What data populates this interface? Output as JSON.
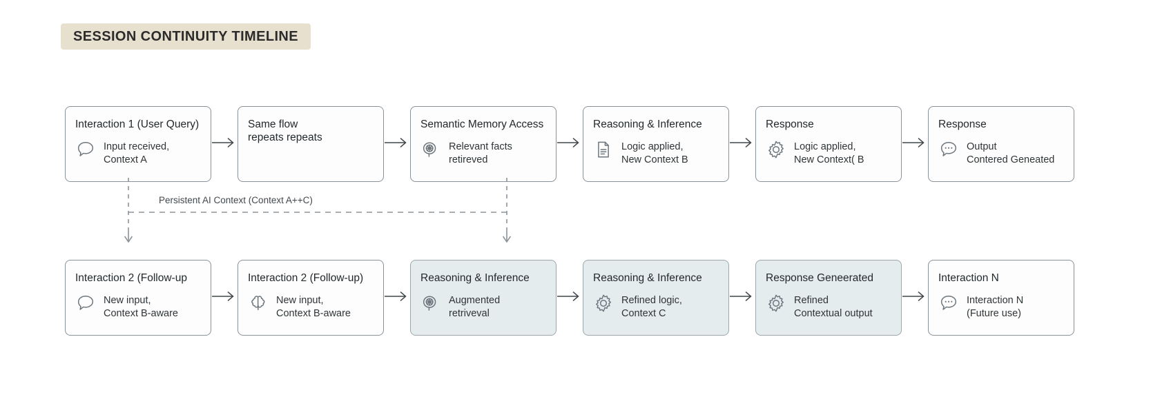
{
  "title": {
    "text": "SESSION CONTINUITY TIMELINE",
    "background": "#e8e0cf"
  },
  "theme": {
    "page_background": "#ffffff",
    "node_border": "#8a9199",
    "node_fill": "#fdfdfd",
    "node_fill_highlight": "#e4ecee",
    "icon_color": "#6d767d",
    "arrow_color": "#3e4549",
    "dashed_color": "#8c9399"
  },
  "context_link": {
    "label": "Persistent AI Context (Context A++C)"
  },
  "rows": [
    {
      "name": "row-1",
      "nodes": [
        {
          "title": "Interaction 1 (User Query)",
          "icon": "speech-bubble-icon",
          "text": "Input received,\nContext A",
          "highlight": false
        },
        {
          "title": "Same flow\nrepeats repeats",
          "icon": "none",
          "text": "",
          "highlight": false
        },
        {
          "title": "Semantic Memory Access",
          "icon": "brain-circuit-icon",
          "text": "Relevant facts\nretireved",
          "highlight": false
        },
        {
          "title": "Reasoning & Inference",
          "icon": "document-icon",
          "text": "Logic applied,\nNew Context B",
          "highlight": false
        },
        {
          "title": "Response",
          "icon": "gear-icon",
          "text": "Logic applied,\nNew Context( B",
          "highlight": false
        },
        {
          "title": "Response",
          "icon": "speech-bubble-dots-icon",
          "text": "Output\nContered Geneated",
          "highlight": false
        }
      ]
    },
    {
      "name": "row-2",
      "nodes": [
        {
          "title": "Interaction 2 (Follow-up",
          "icon": "speech-bubble-icon",
          "text": "New input,\nContext B-aware",
          "highlight": false
        },
        {
          "title": "Interaction 2 (Follow-up)",
          "icon": "brain-lobes-icon",
          "text": "New input,\nContext B-aware",
          "highlight": false
        },
        {
          "title": "Reasoning & Inference",
          "icon": "brain-circuit-icon",
          "text": "Augmented\nretriveval",
          "highlight": true
        },
        {
          "title": "Reasoning & Inference",
          "icon": "gear-icon",
          "text": "Refined logic,\nContext C",
          "highlight": true
        },
        {
          "title": "Response Geneerated",
          "icon": "gear-icon",
          "text": "Refined\nContextual output",
          "highlight": true
        },
        {
          "title": "Interaction N",
          "icon": "speech-bubble-dots-icon",
          "text": "Interaction N\n(Future use)",
          "highlight": false
        }
      ]
    }
  ]
}
